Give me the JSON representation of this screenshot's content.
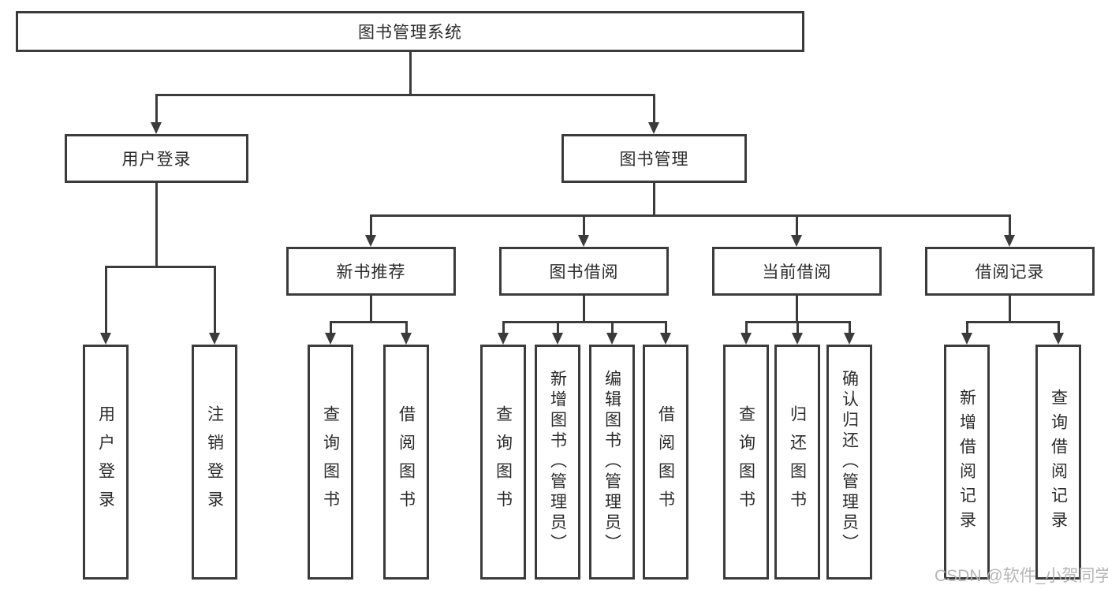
{
  "tree": {
    "root": "图书管理系统",
    "branches": [
      {
        "label": "用户登录",
        "leaves": [
          "用户登录",
          "注销登录"
        ]
      },
      {
        "label": "图书管理",
        "sections": [
          {
            "label": "新书推荐",
            "leaves": [
              "查询图书",
              "借阅图书"
            ]
          },
          {
            "label": "图书借阅",
            "leaves": [
              "查询图书",
              "新增图书（管理员）",
              "编辑图书（管理员）",
              "借阅图书"
            ]
          },
          {
            "label": "当前借阅",
            "leaves": [
              "查询图书",
              "归还图书",
              "确认归还（管理员）"
            ]
          },
          {
            "label": "借阅记录",
            "leaves": [
              "新增借阅记录",
              "查询借阅记录"
            ]
          }
        ]
      }
    ]
  },
  "watermark": {
    "text": "CSDN @软件_小贺同学"
  },
  "colors": {
    "line": "#3b3b3b",
    "box_border": "#3b3b3b",
    "text": "#2b2b2b",
    "background": "#ffffff",
    "watermark": "#b2b2b2"
  }
}
